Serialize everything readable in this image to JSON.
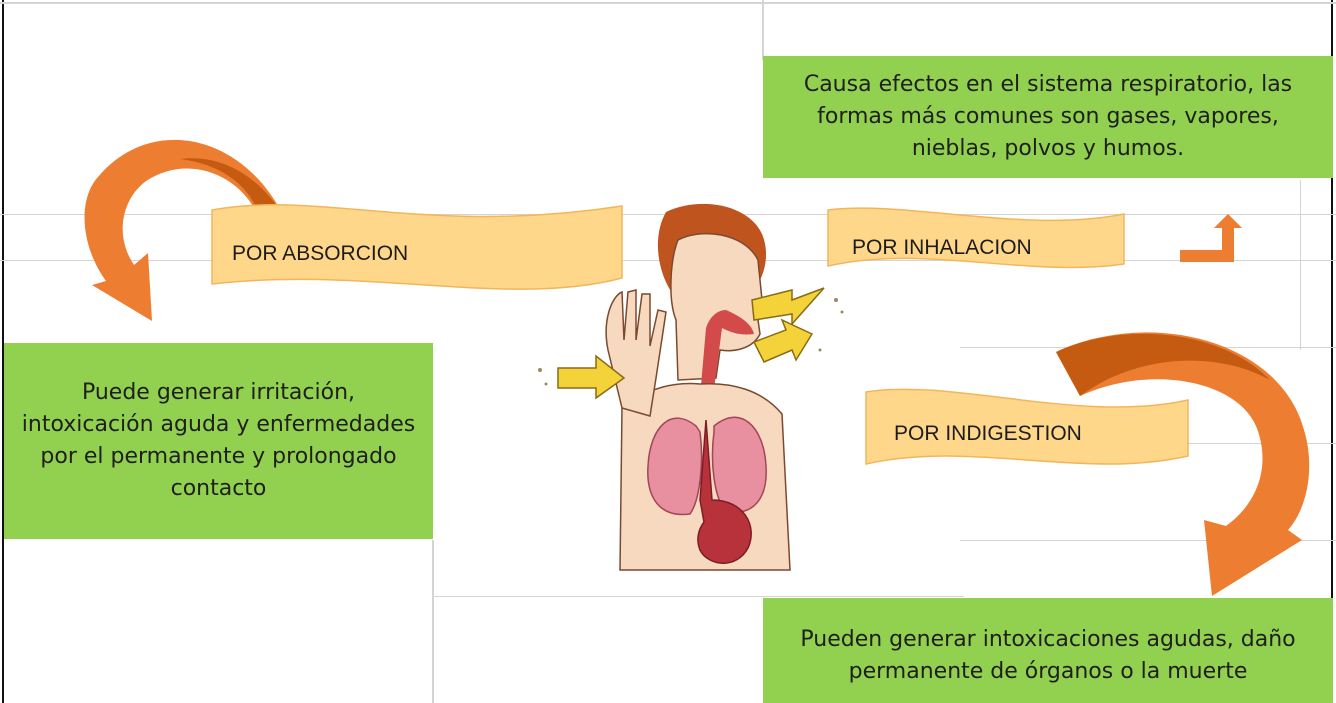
{
  "boxes": {
    "inhalation_effect": "Causa efectos en el sistema respiratorio, las formas más comunes son gases, vapores, nieblas, polvos y humos.",
    "absorption_effect": "Puede generar irritación, intoxicación aguda y enfermedades por el permanente y prolongado contacto",
    "ingestion_effect": "Pueden generar intoxicaciones agudas, daño permanente de órganos o la muerte"
  },
  "banners": {
    "absorption": "POR ABSORCION",
    "inhalation": "POR INHALACION",
    "ingestion": "POR INDIGESTION"
  },
  "colors": {
    "box_green": "#92d050",
    "banner_fill": "#ffd78a",
    "arrow_orange": "#ed7d31",
    "arrow_dark": "#c55a11"
  }
}
